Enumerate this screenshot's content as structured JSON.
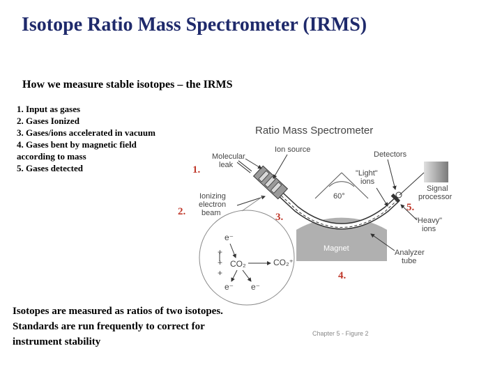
{
  "slide": {
    "title": "Isotope Ratio Mass Spectrometer (IRMS)",
    "subtitle": "How we measure stable isotopes – the IRMS",
    "steps": [
      "1. Input as gases",
      "2. Gases Ionized",
      "3. Gases/ions accelerated in vacuum",
      "4. Gases bent by magnetic field according to mass",
      "5. Gases detected"
    ],
    "note_lines": [
      "Isotopes are measured as ratios of two isotopes.",
      "Standards are run frequently to correct for instrument stability"
    ]
  },
  "diagram": {
    "title": "Ratio Mass Spectrometer",
    "molecular_leak": [
      "Molecular",
      "leak"
    ],
    "ion_source": "Ion source",
    "ionizing_beam": [
      "Ionizing",
      "electron",
      "beam"
    ],
    "detectors": "Detectors",
    "light_ions": [
      "\"Light\"",
      "ions"
    ],
    "heavy_ions": [
      "\"Heavy\"",
      "ions"
    ],
    "signal_processor": [
      "Signal",
      "processor"
    ],
    "angle": "60°",
    "magnet": "Magnet",
    "analyzer_tube": [
      "Analyzer",
      "tube"
    ],
    "caption": "Chapter 5 - Figure 2",
    "markers": [
      "1.",
      "2.",
      "3.",
      "4.",
      "5."
    ],
    "inset": {
      "e_top": "e⁻",
      "plus": [
        "+",
        "+",
        "+"
      ],
      "co2": "CO₂",
      "co2_ion": "CO₂⁺",
      "e_bottom": [
        "e⁻",
        "e⁻"
      ]
    },
    "colors": {
      "title_blue": "#1f2a6b",
      "magnet_gray": "#b0b0b0",
      "signal_gray": "#8c8c8c",
      "label_gray": "#444444",
      "marker_red": "#c0392b"
    }
  }
}
